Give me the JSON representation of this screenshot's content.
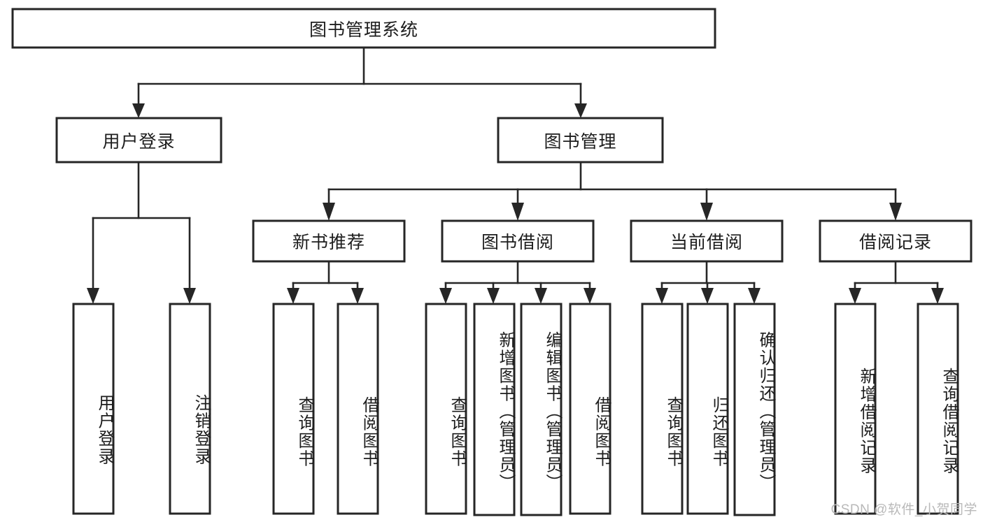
{
  "diagram": {
    "type": "tree-hierarchy",
    "title": "图书管理系统",
    "watermark": "CSDN @软件_小贺同学",
    "colors": {
      "background": "#ffffff",
      "stroke": "#262626",
      "node_fill": "#ffffff",
      "text": "#1d1d1d",
      "watermark": "#b9b9b9"
    },
    "root": {
      "label": "图书管理系统",
      "orientation": "horizontal"
    },
    "level2": [
      {
        "label": "用户登录",
        "orientation": "horizontal"
      },
      {
        "label": "图书管理",
        "orientation": "horizontal"
      }
    ],
    "level3": [
      {
        "label": "新书推荐",
        "orientation": "horizontal",
        "parent": "图书管理"
      },
      {
        "label": "图书借阅",
        "orientation": "horizontal",
        "parent": "图书管理"
      },
      {
        "label": "当前借阅",
        "orientation": "horizontal",
        "parent": "图书管理"
      },
      {
        "label": "借阅记录",
        "orientation": "horizontal",
        "parent": "图书管理"
      }
    ],
    "leaves": {
      "用户登录": [
        {
          "label": "用户登录",
          "orientation": "vertical"
        },
        {
          "label": "注销登录",
          "orientation": "vertical"
        }
      ],
      "新书推荐": [
        {
          "label": "查询图书",
          "orientation": "vertical"
        },
        {
          "label": "借阅图书",
          "orientation": "vertical"
        }
      ],
      "图书借阅": [
        {
          "label": "查询图书",
          "orientation": "vertical"
        },
        {
          "label": "新增图书（管理员）",
          "orientation": "vertical"
        },
        {
          "label": "编辑图书（管理员）",
          "orientation": "vertical"
        },
        {
          "label": "借阅图书",
          "orientation": "vertical"
        }
      ],
      "当前借阅": [
        {
          "label": "查询图书",
          "orientation": "vertical"
        },
        {
          "label": "归还图书",
          "orientation": "vertical"
        },
        {
          "label": "确认归还（管理员）",
          "orientation": "vertical"
        }
      ],
      "借阅记录": [
        {
          "label": "新增借阅记录",
          "orientation": "vertical"
        },
        {
          "label": "查询借阅记录",
          "orientation": "vertical"
        }
      ]
    },
    "node_text": {
      "root": "图书管理系统",
      "n_user_login": "用户登录",
      "n_book_mgmt": "图书管理",
      "n_new_book_rec": "新书推荐",
      "n_book_borrow": "图书借阅",
      "n_current_borrow": "当前借阅",
      "n_borrow_record": "借阅记录",
      "leaf_user_login": "用户登录",
      "leaf_user_logout": "注销登录",
      "leaf_rec_query_book": "查询图书",
      "leaf_rec_borrow_book": "借阅图书",
      "leaf_borrow_query_book": "查询图书",
      "leaf_borrow_add_book": "新增图书（管理员）",
      "leaf_borrow_edit_book": "编辑图书（管理员）",
      "leaf_borrow_borrow_book": "借阅图书",
      "leaf_cur_query_book": "查询图书",
      "leaf_cur_return_book": "归还图书",
      "leaf_cur_confirm_return": "确认归还（管理员）",
      "leaf_rec_add_record": "新增借阅记录",
      "leaf_rec_query_record": "查询借阅记录"
    }
  }
}
